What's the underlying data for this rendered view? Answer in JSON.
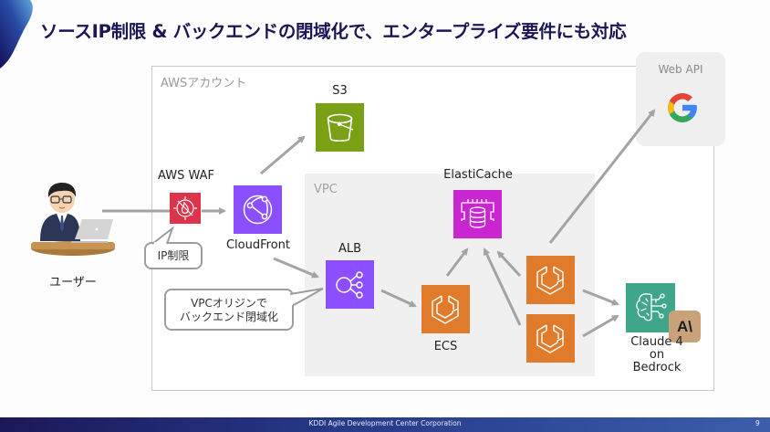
{
  "slide": {
    "title": "ソースIP制限 & バックエンドの閉域化で、エンタープライズ要件にも対応",
    "footer": "KDDI Agile Development Center Corporation",
    "page_number": "9"
  },
  "groups": {
    "aws_account": "AWSアカウント",
    "vpc": "VPC",
    "web_api": "Web API"
  },
  "nodes": {
    "user": "ユーザー",
    "waf": "AWS WAF",
    "cloudfront": "CloudFront",
    "s3": "S3",
    "alb": "ALB",
    "elasticache": "ElastiCache",
    "ecs": "ECS",
    "bedrock_line1": "Claude 4",
    "bedrock_line2": "on",
    "bedrock_line3": "Bedrock",
    "anthropic_badge": "A\\"
  },
  "callouts": {
    "ip_restriction": "IP制限",
    "vpc_origin_line1": "VPCオリジンで",
    "vpc_origin_line2": "バックエンド閉域化"
  },
  "colors": {
    "s3": "#7aa116",
    "waf": "#dd344c",
    "network": "#8c4fff",
    "database": "#c925d1",
    "compute": "#e07b2b",
    "ml": "#3fa68c",
    "anthropic": "#c9a27c",
    "arrow": "#a3a3a3",
    "title": "#1b1656"
  }
}
